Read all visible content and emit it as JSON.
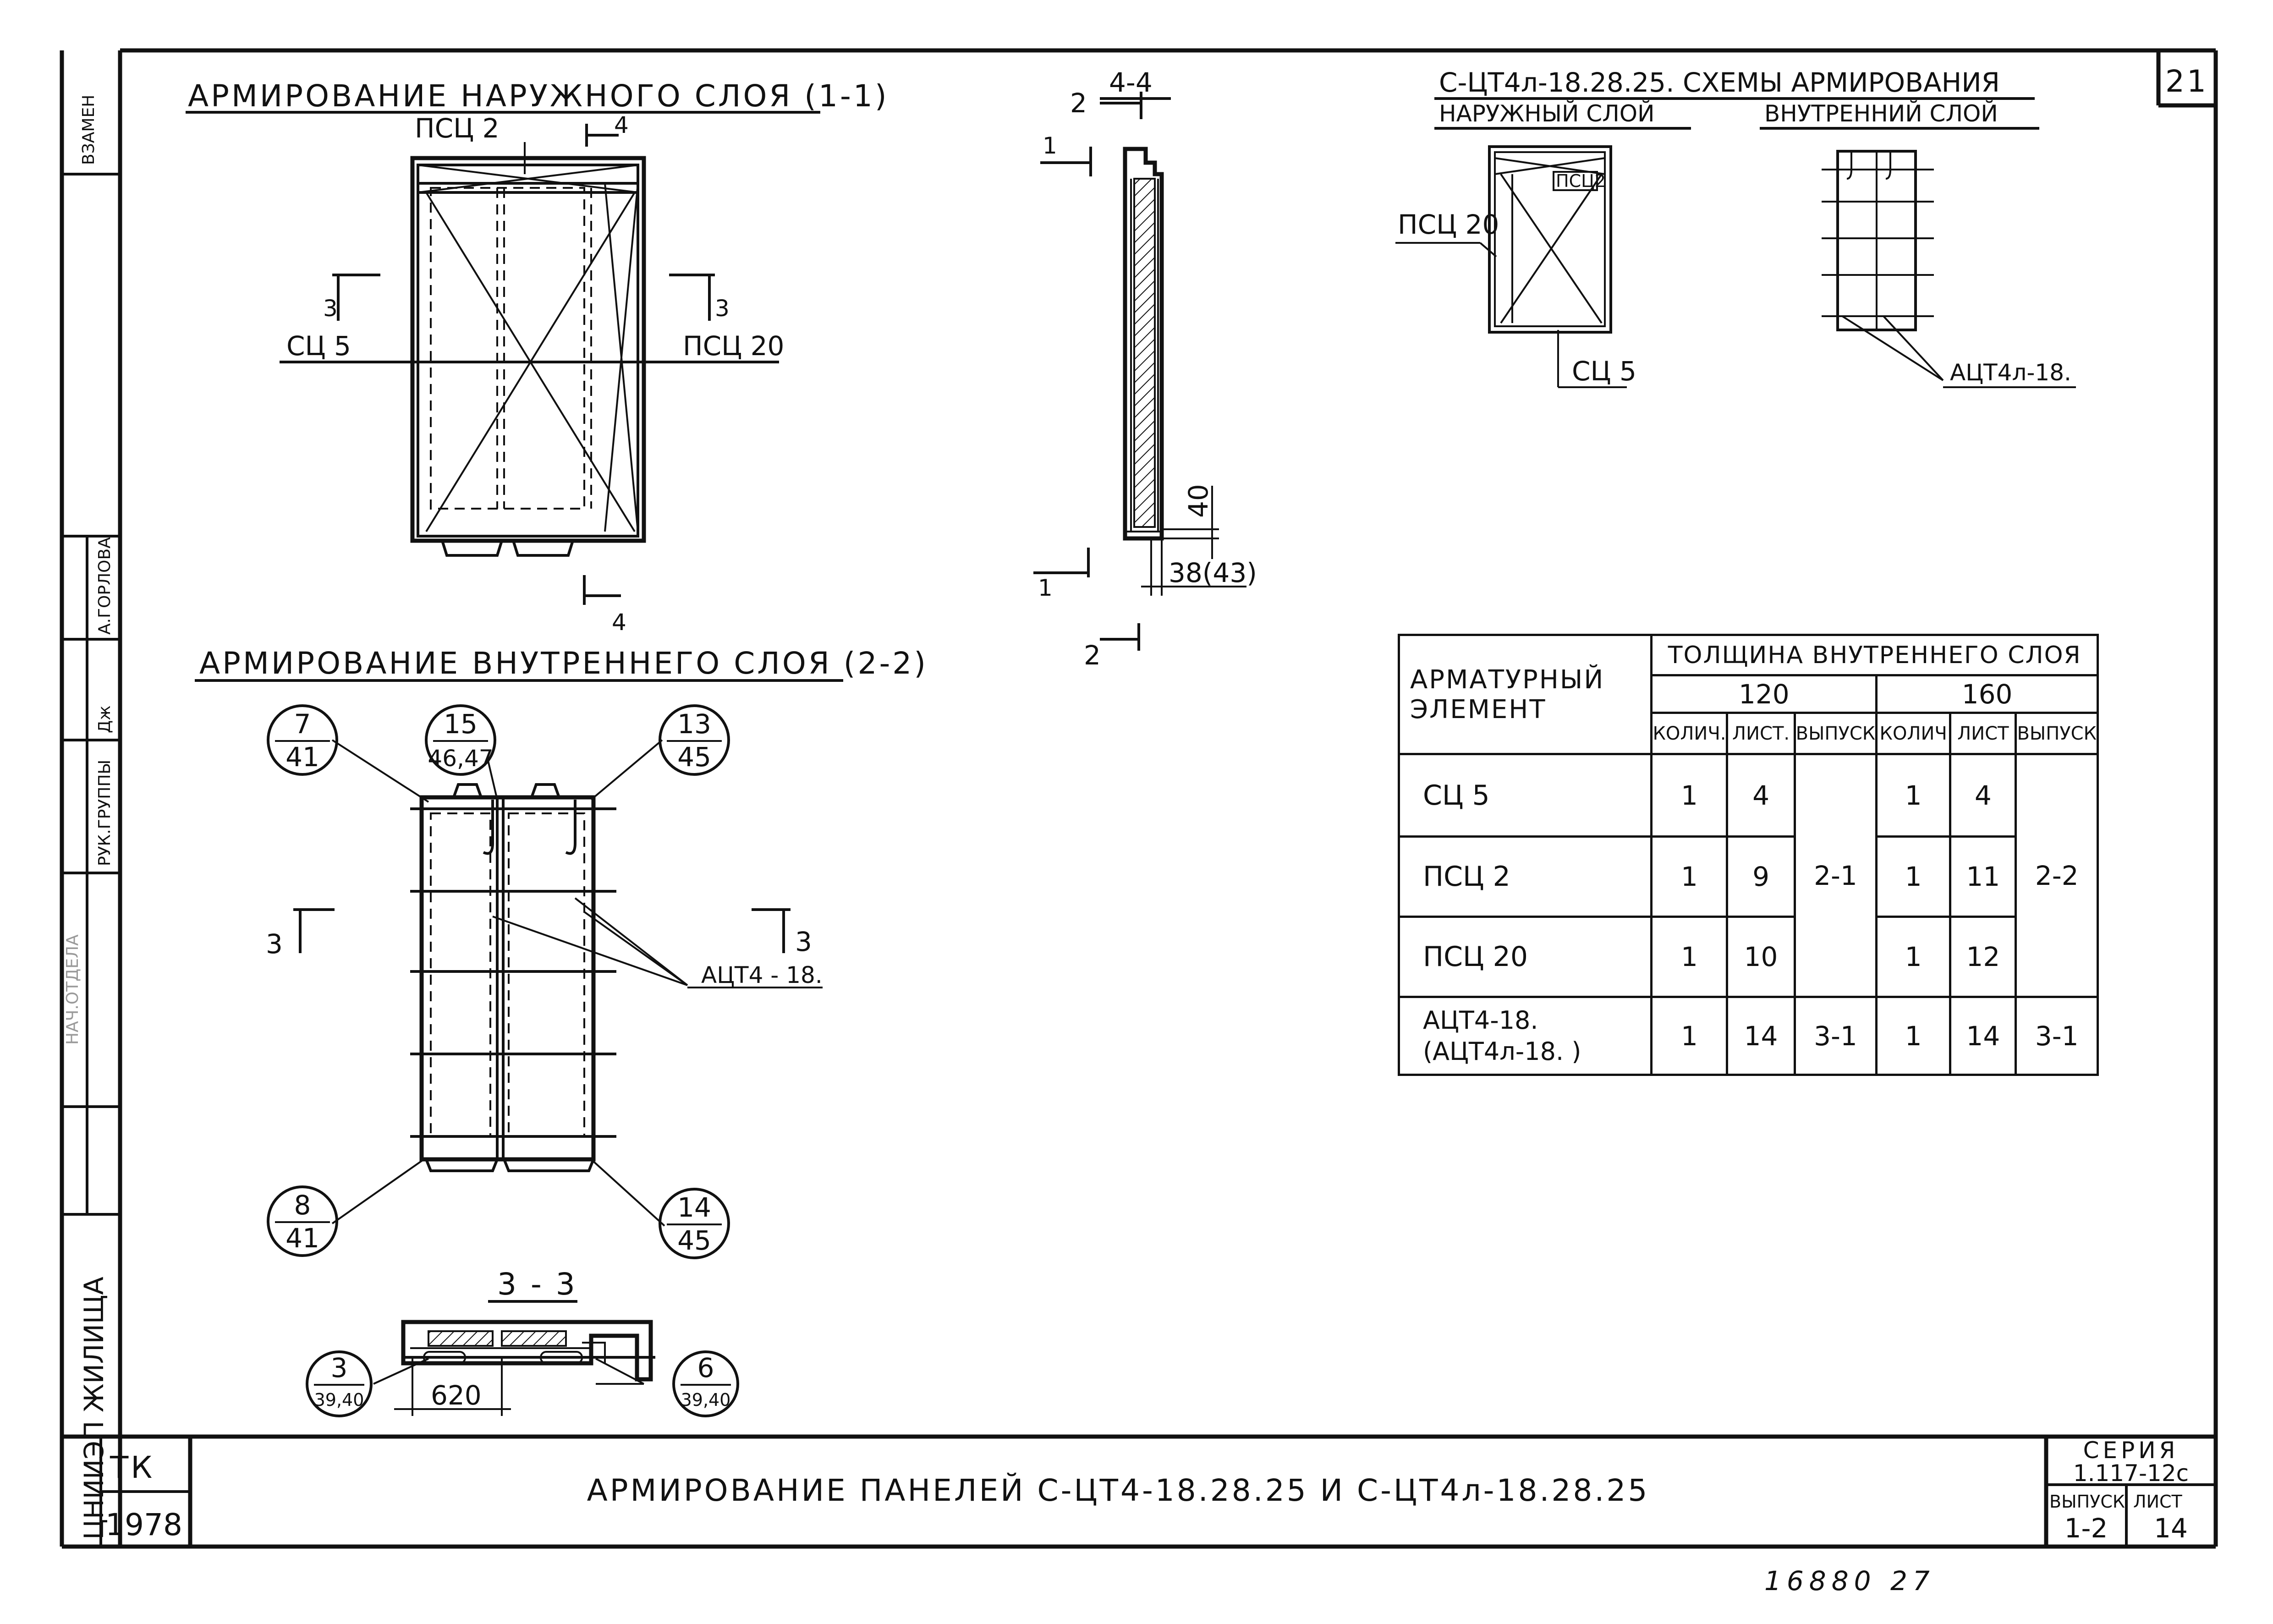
{
  "sheet_number": "21",
  "side_stamps": {
    "top": "ВЗАМЕН",
    "author": "А.ГОРЛОВА",
    "signature": "Дж",
    "role": "РУК.ГРУППЫ",
    "org_garbled": "ЦНИИЭП ЖИЛИЩА",
    "faded": "НАЧ.ОТДЕЛА"
  },
  "view_1_1": {
    "title": "АРМИРОВАНИЕ НАРУЖНОГО СЛОЯ (1-1)",
    "label_psc2": "ПСЦ 2",
    "label_sc5": "СЦ 5",
    "label_psc20": "ПСЦ 20",
    "cut_3_left": "3",
    "cut_3_right": "3",
    "cut_4_top": "4",
    "cut_4_bottom": "4"
  },
  "view_4_4": {
    "title": "4-4",
    "cut_2_top": "2",
    "cut_2_bottom": "2",
    "cut_1_top": "1",
    "cut_1_bottom": "1",
    "dim_40": "40",
    "dim_38": "38(43)"
  },
  "schemes": {
    "title": "С-ЦТ4л-18.28.25. СХЕМЫ АРМИРОВАНИЯ",
    "outer": "НАРУЖНЫЙ СЛОЙ",
    "inner": "ВНУТРЕННИЙ СЛОЙ",
    "label_psc20": "ПСЦ 20",
    "label_psc2": "ПСЦ2",
    "label_sc5": "СЦ 5",
    "label_act": "АЦТ4л-18."
  },
  "view_2_2": {
    "title": "АРМИРОВАНИЕ ВНУТРЕННЕГО СЛОЯ (2-2)",
    "cut_3_left": "3",
    "cut_3_right": "3",
    "label_act": "АЦТ4 - 18.",
    "callouts": [
      {
        "top": "7",
        "bottom": "41"
      },
      {
        "top": "15",
        "bottom": "46,47"
      },
      {
        "top": "13",
        "bottom": "45"
      },
      {
        "top": "8",
        "bottom": "41"
      },
      {
        "top": "14",
        "bottom": "45"
      }
    ]
  },
  "view_3_3": {
    "title": "3 - 3",
    "dim_620": "620",
    "callouts": [
      {
        "top": "3",
        "bottom": "39,40"
      },
      {
        "top": "6",
        "bottom": "39,40"
      }
    ]
  },
  "table": {
    "col_element": "АРМАТУРНЫЙ ЭЛЕМЕНТ",
    "col_thickness": "ТОЛЩИНА ВНУТРЕННЕГО СЛОЯ",
    "thickness_a": "120",
    "thickness_b": "160",
    "sub_qty": "КОЛИЧ.",
    "sub_sheet": "ЛИСТ.",
    "sub_issue": "ВЫПУСК",
    "sub_qty_b": "КОЛИЧ",
    "sub_sheet_b": "ЛИСТ",
    "sub_issue_b": "ВЫПУСК",
    "issue_a_1": "2-1",
    "issue_b_1": "2-2",
    "rows": [
      {
        "name": "СЦ 5",
        "qty_a": "1",
        "sheet_a": "4",
        "qty_b": "1",
        "sheet_b": "4"
      },
      {
        "name": "ПСЦ 2",
        "qty_a": "1",
        "sheet_a": "9",
        "qty_b": "1",
        "sheet_b": "11"
      },
      {
        "name": "ПСЦ 20",
        "qty_a": "1",
        "sheet_a": "10",
        "qty_b": "1",
        "sheet_b": "12"
      },
      {
        "name": "АЦТ4-18.",
        "name2": "(АЦТ4л-18. )",
        "qty_a": "1",
        "sheet_a": "14",
        "issue_a": "3-1",
        "qty_b": "1",
        "sheet_b": "14",
        "issue_b": "3-1"
      }
    ]
  },
  "title_block": {
    "code": "ТК",
    "year": "1978",
    "title": "АРМИРОВАНИЕ ПАНЕЛЕЙ С-ЦТ4-18.28.25 И С-ЦТ4л-18.28.25",
    "series_label": "СЕРИЯ",
    "series_value": "1.117-12с",
    "issue_label": "ВЫПУСК",
    "sheet_label": "ЛИСТ",
    "issue_value": "1-2",
    "sheet_value": "14"
  },
  "footer_note": "16880 27"
}
